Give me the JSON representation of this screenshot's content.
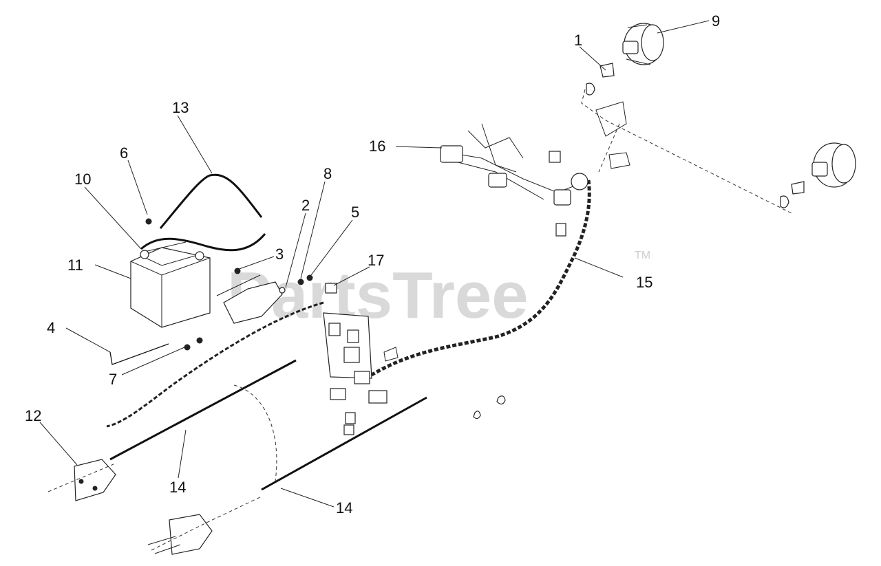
{
  "watermark": {
    "text": "PartsTree",
    "trademark": "TM"
  },
  "callouts": [
    {
      "id": "c1",
      "label": "1"
    },
    {
      "id": "c2",
      "label": "2"
    },
    {
      "id": "c3",
      "label": "3"
    },
    {
      "id": "c4",
      "label": "4"
    },
    {
      "id": "c5",
      "label": "5"
    },
    {
      "id": "c6",
      "label": "6"
    },
    {
      "id": "c7",
      "label": "7"
    },
    {
      "id": "c8",
      "label": "8"
    },
    {
      "id": "c9",
      "label": "9"
    },
    {
      "id": "c10",
      "label": "10"
    },
    {
      "id": "c11",
      "label": "11"
    },
    {
      "id": "c12",
      "label": "12"
    },
    {
      "id": "c13",
      "label": "13"
    },
    {
      "id": "c14a",
      "label": "14"
    },
    {
      "id": "c14b",
      "label": "14"
    },
    {
      "id": "c15",
      "label": "15"
    },
    {
      "id": "c16",
      "label": "16"
    },
    {
      "id": "c17",
      "label": "17"
    }
  ]
}
